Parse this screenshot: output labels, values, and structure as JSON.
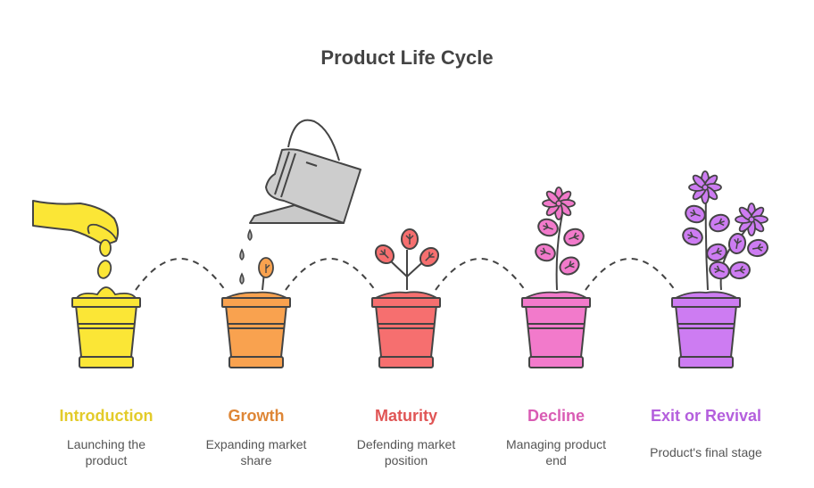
{
  "title": "Product Life Cycle",
  "stages": [
    {
      "title": "Introduction",
      "description": "Launching the product",
      "color": "#E3CB2A",
      "pot_color": "#FBE636",
      "illustration": "hand-dropping-seeds-icon"
    },
    {
      "title": "Growth",
      "description": "Expanding market share",
      "color": "#DE8636",
      "pot_color": "#F9A24F",
      "illustration": "watering-can-sprout-icon"
    },
    {
      "title": "Maturity",
      "description": "Defending market position",
      "color": "#E05555",
      "pot_color": "#F66F6F",
      "illustration": "three-leaf-plant-icon"
    },
    {
      "title": "Decline",
      "description": "Managing product end",
      "color": "#D95CB4",
      "pot_color": "#F27ACB",
      "illustration": "flowering-plant-icon"
    },
    {
      "title": "Exit or Revival",
      "description": "Product's final stage",
      "color": "#B45FDD",
      "pot_color": "#CD7CF2",
      "illustration": "double-flowering-plant-icon"
    }
  ],
  "outline_color": "#444444"
}
